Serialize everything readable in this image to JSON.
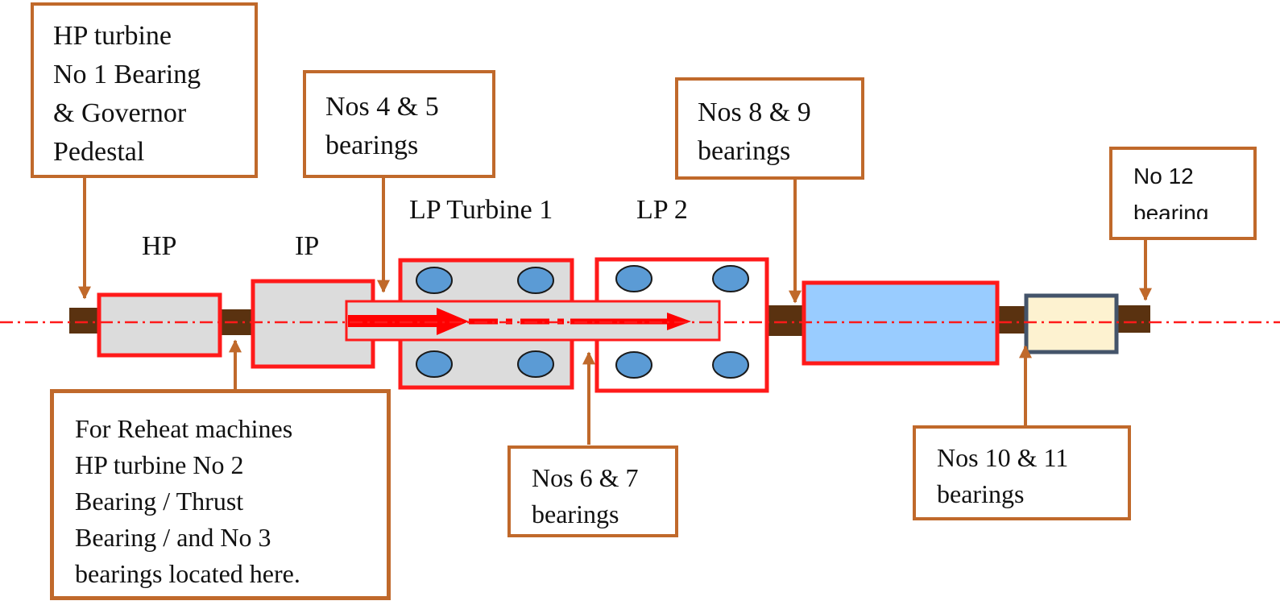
{
  "colors": {
    "callout_border": "#c0692b",
    "arrow": "#c0692b",
    "casing_outline": "#ff1a1a",
    "casing_fill": "#dcdcdc",
    "shaft": "#5a3210",
    "centerline": "#ff1a1a",
    "blade_dots": "#5b9bd5",
    "generator_fill": "#99ccff",
    "exciter_fill": "#fdf2d0",
    "exciter_border": "#44546a"
  },
  "section_labels": {
    "hp": "HP",
    "ip": "IP",
    "lp1": "LP Turbine 1",
    "lp2": "LP 2"
  },
  "callouts": {
    "hp_no1": [
      "HP turbine",
      "No 1 Bearing",
      "& Governor",
      "Pedestal"
    ],
    "nos_4_5": [
      "Nos 4 & 5",
      "bearings"
    ],
    "nos_8_9": [
      "Nos 8 & 9",
      "bearings"
    ],
    "no_12": [
      "No 12",
      "bearing"
    ],
    "reheat": [
      "For Reheat machines",
      "HP turbine No 2",
      "Bearing / Thrust",
      "Bearing / and No 3",
      "bearings located here."
    ],
    "nos_6_7": [
      "Nos 6 & 7",
      "bearings"
    ],
    "nos_10_11": [
      "Nos 10 & 11",
      "bearings"
    ]
  }
}
